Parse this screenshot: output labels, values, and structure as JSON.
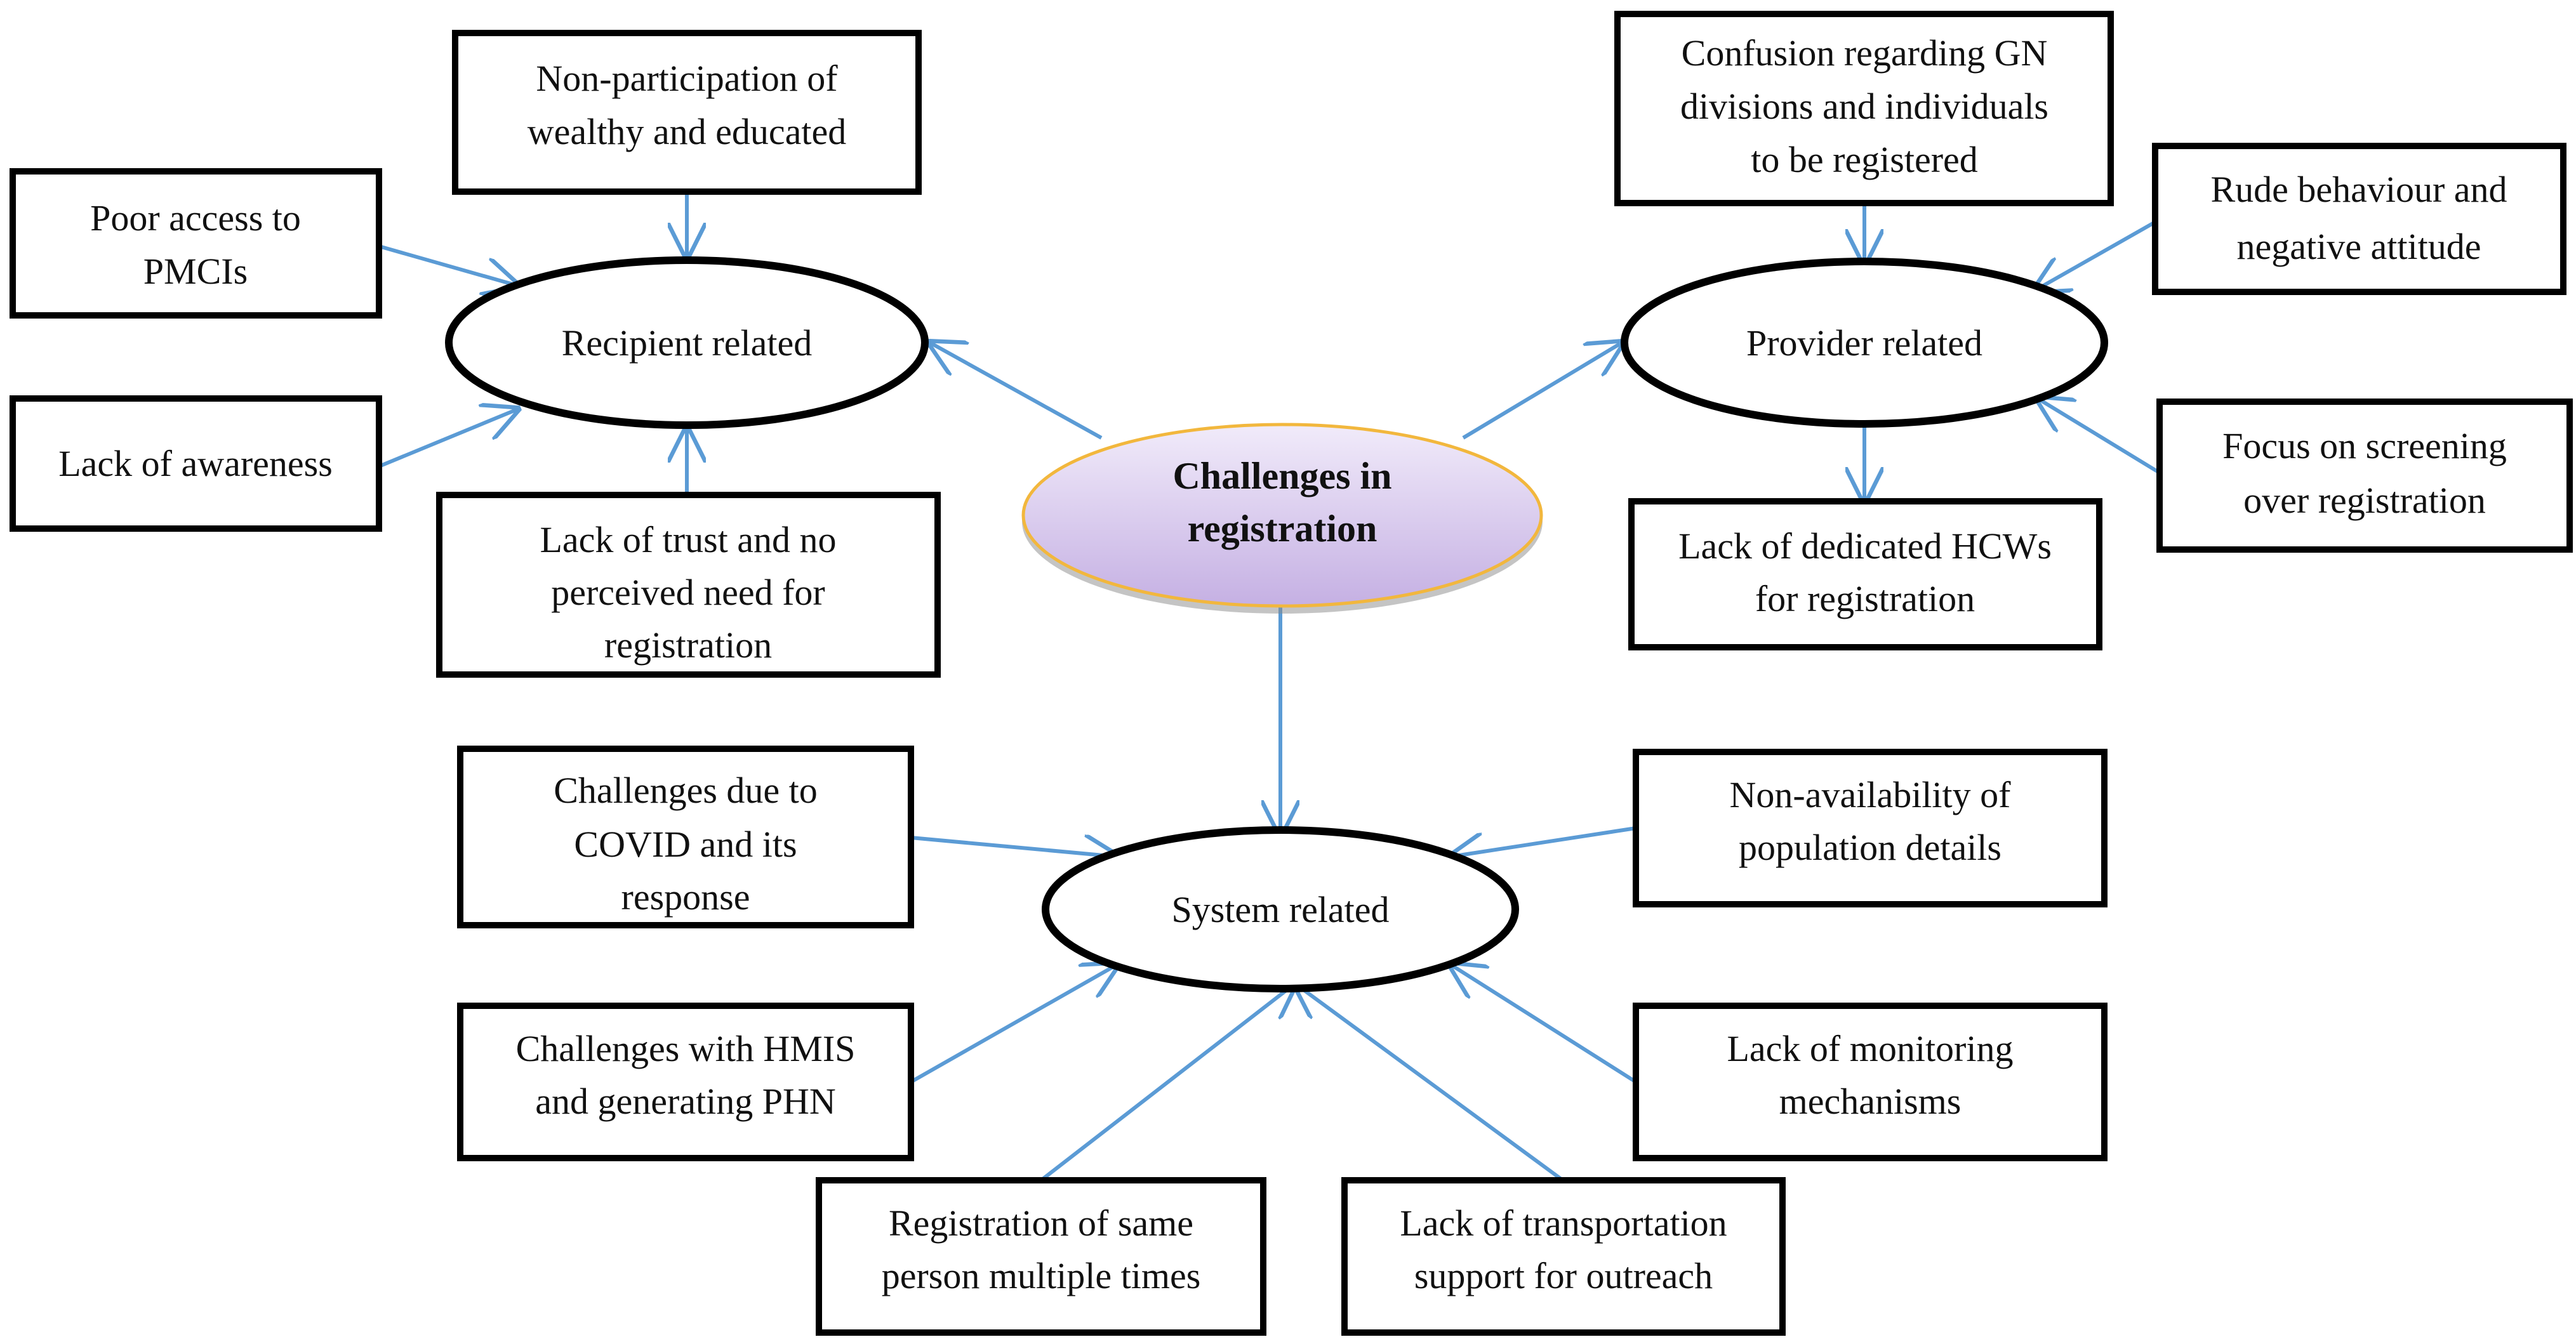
{
  "colors": {
    "arrow": "#5b9bd5",
    "center_fill_top": "#ece4f7",
    "center_fill_bottom": "#c9b6e6",
    "center_border": "#f2b73d",
    "box_border": "#000000"
  },
  "center": {
    "line1": "Challenges in",
    "line2": "registration"
  },
  "categories": {
    "recipient": "Recipient related",
    "provider": "Provider related",
    "system": "System related"
  },
  "recipient_factors": {
    "non_participation": [
      "Non-participation of",
      "wealthy and educated"
    ],
    "poor_access": [
      "Poor access to",
      "PMCIs"
    ],
    "awareness": [
      "Lack of awareness"
    ],
    "trust": [
      "Lack of trust and no",
      "perceived need for",
      "registration"
    ]
  },
  "provider_factors": {
    "confusion": [
      "Confusion regarding GN",
      "divisions and individuals",
      "to be registered"
    ],
    "rude": [
      "Rude behaviour and",
      "negative attitude"
    ],
    "screening": [
      "Focus on screening",
      "over registration"
    ],
    "hcws": [
      "Lack of dedicated HCWs",
      "for registration"
    ]
  },
  "system_factors": {
    "covid": [
      "Challenges due to",
      "COVID and its",
      "response"
    ],
    "population": [
      "Non-availability of",
      "population details"
    ],
    "hmis": [
      "Challenges with HMIS",
      "and generating PHN"
    ],
    "monitoring": [
      "Lack of monitoring",
      "mechanisms"
    ],
    "duplicate": [
      "Registration of same",
      "person multiple times"
    ],
    "transport": [
      "Lack of transportation",
      "support for outreach"
    ]
  }
}
